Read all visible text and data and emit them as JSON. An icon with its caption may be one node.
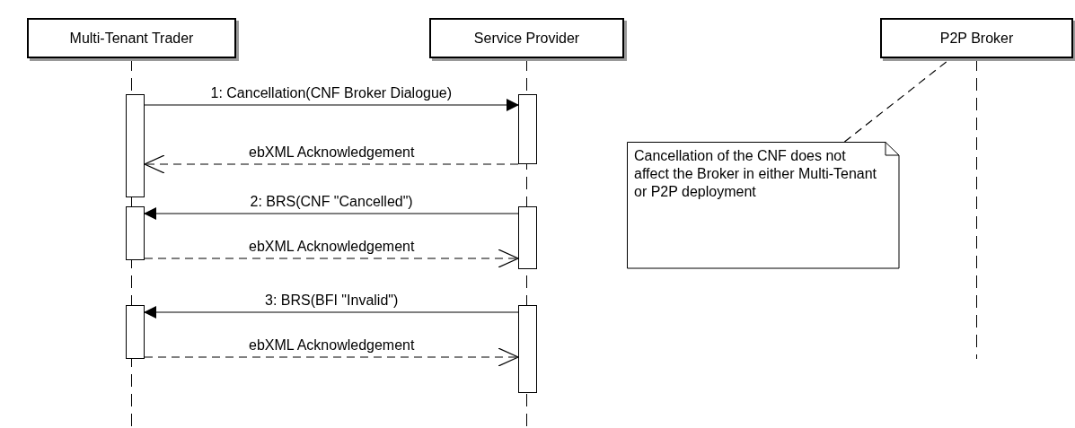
{
  "diagram": {
    "nodes": [
      {
        "text": [
          "Multi-Tenant Trader"
        ]
      },
      {
        "text": [
          "Service Provider"
        ]
      },
      {
        "text": [
          "P2P Broker"
        ]
      },
      {
        "text": [
          "Cancellation of the CNF does not affect the Broker in either Multi-Tenant or P2P deployment"
        ]
      },
      {
        "text": [],
        "shape": "bar"
      },
      {
        "text": [],
        "shape": "bar"
      },
      {
        "text": [],
        "shape": "bar"
      },
      {
        "text": [],
        "shape": "bar"
      },
      {
        "text": [],
        "shape": "bar"
      },
      {
        "text": [],
        "shape": "bar"
      }
    ],
    "edges": [
      {
        "from": 4,
        "to": 5,
        "arrow": "to",
        "label": "1: Cancellation(CNF Broker Dialogue)"
      },
      {
        "from": 5,
        "to": 4,
        "arrow": "to",
        "label": "ebXML Acknowledgement",
        "style": "dashed"
      },
      {
        "from": 7,
        "to": 6,
        "arrow": "to",
        "label": "2: BRS(CNF \"Cancelled\")"
      },
      {
        "from": 6,
        "to": 7,
        "arrow": "to",
        "label": "ebXML Acknowledgement",
        "style": "dashed"
      },
      {
        "from": 9,
        "to": 8,
        "arrow": "to",
        "label": "3: BRS(BFI \"Invalid\")"
      },
      {
        "from": 8,
        "to": 9,
        "arrow": "to",
        "label": "ebXML Acknowledgement",
        "style": "dashed"
      },
      {
        "from": 3,
        "to": 2,
        "arrow": "none",
        "style": "dashed"
      }
    ]
  }
}
